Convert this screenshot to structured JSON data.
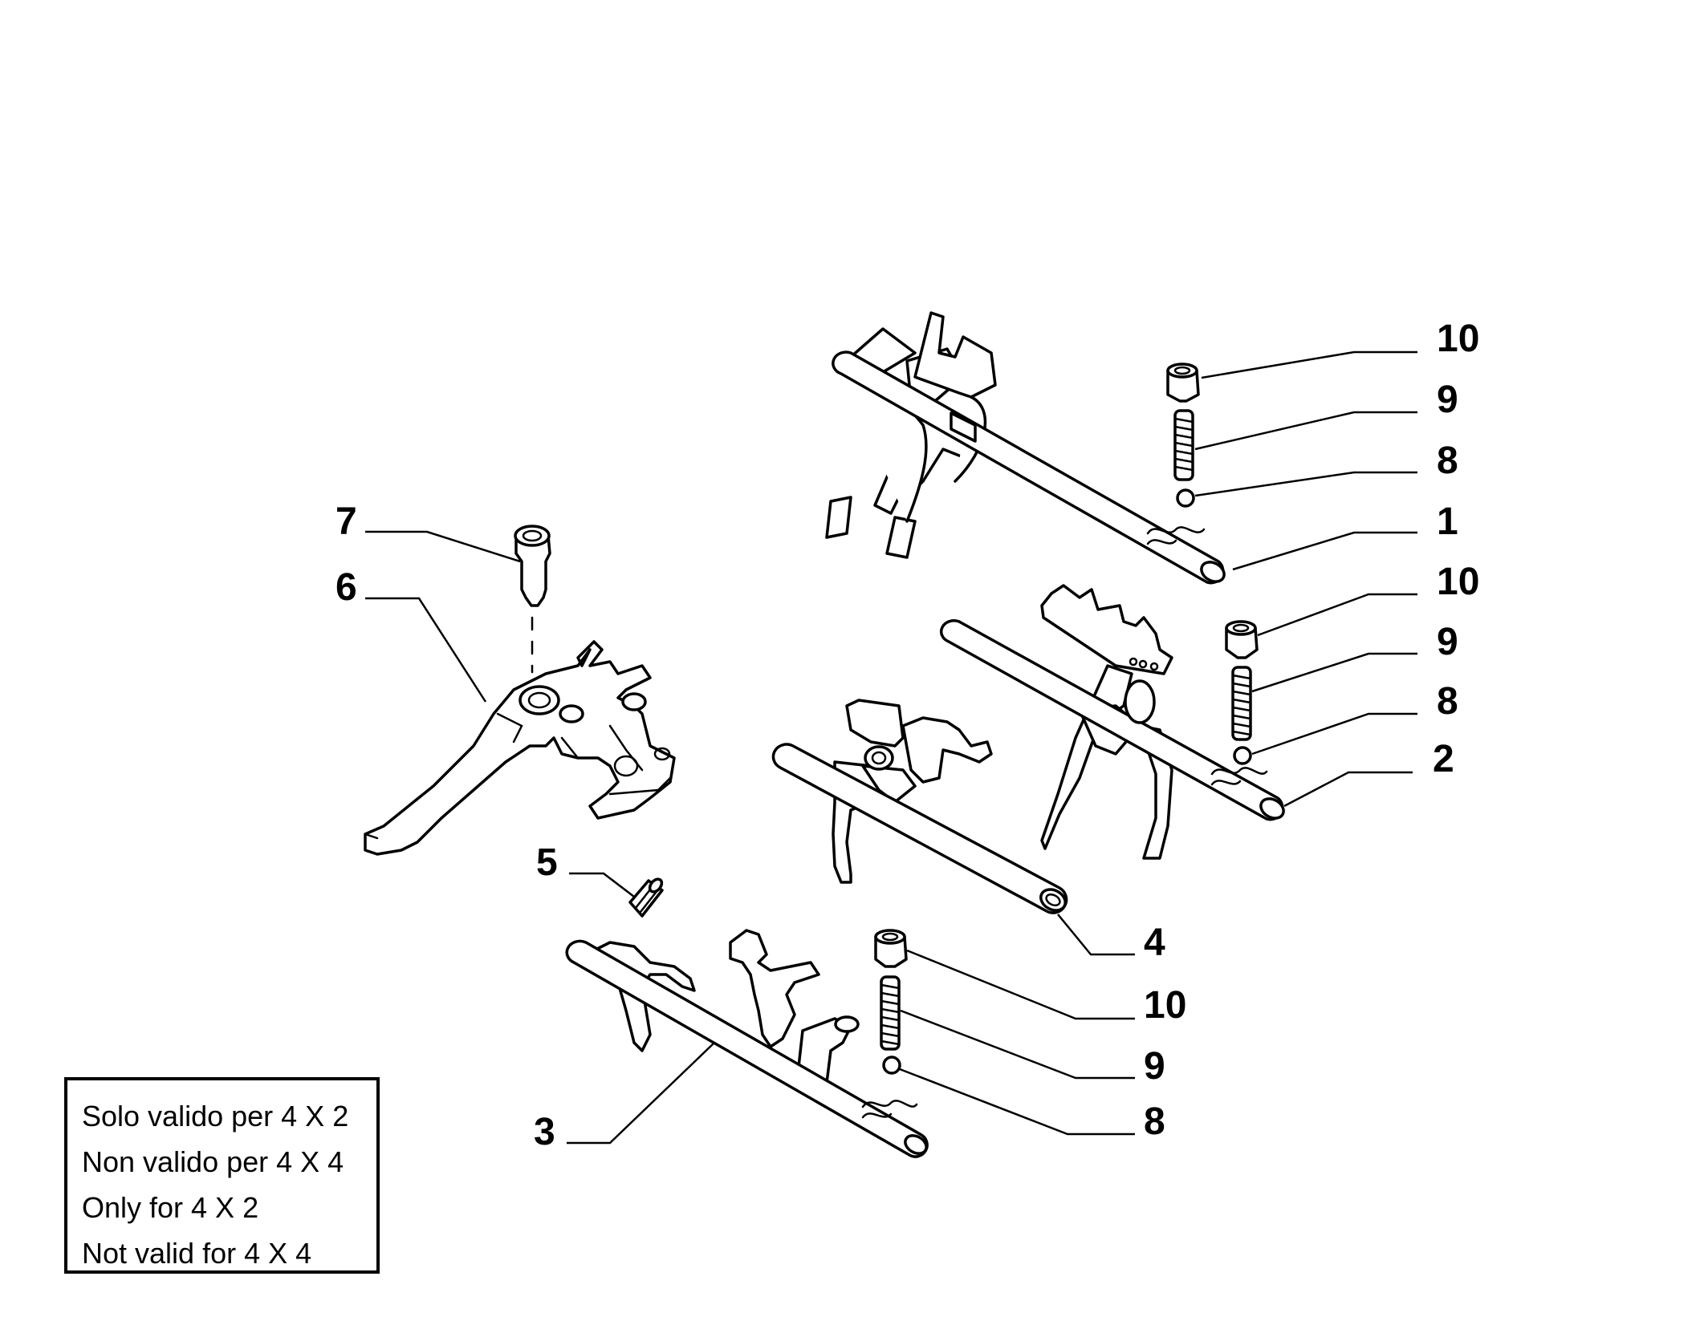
{
  "callouts": {
    "c10a": "10",
    "c9a": "9",
    "c8a": "8",
    "c1": "1",
    "c10b": "10",
    "c9b": "9",
    "c8b": "8",
    "c2": "2",
    "c7": "7",
    "c6": "6",
    "c5": "5",
    "c4": "4",
    "c10c": "10",
    "c9c": "9",
    "c8c": "8",
    "c3": "3"
  },
  "note": {
    "lines": [
      "Solo valido per 4 X 2",
      "Non valido per 4 X 4",
      "Only for 4 X 2",
      "Not valid for 4 X 4"
    ]
  }
}
